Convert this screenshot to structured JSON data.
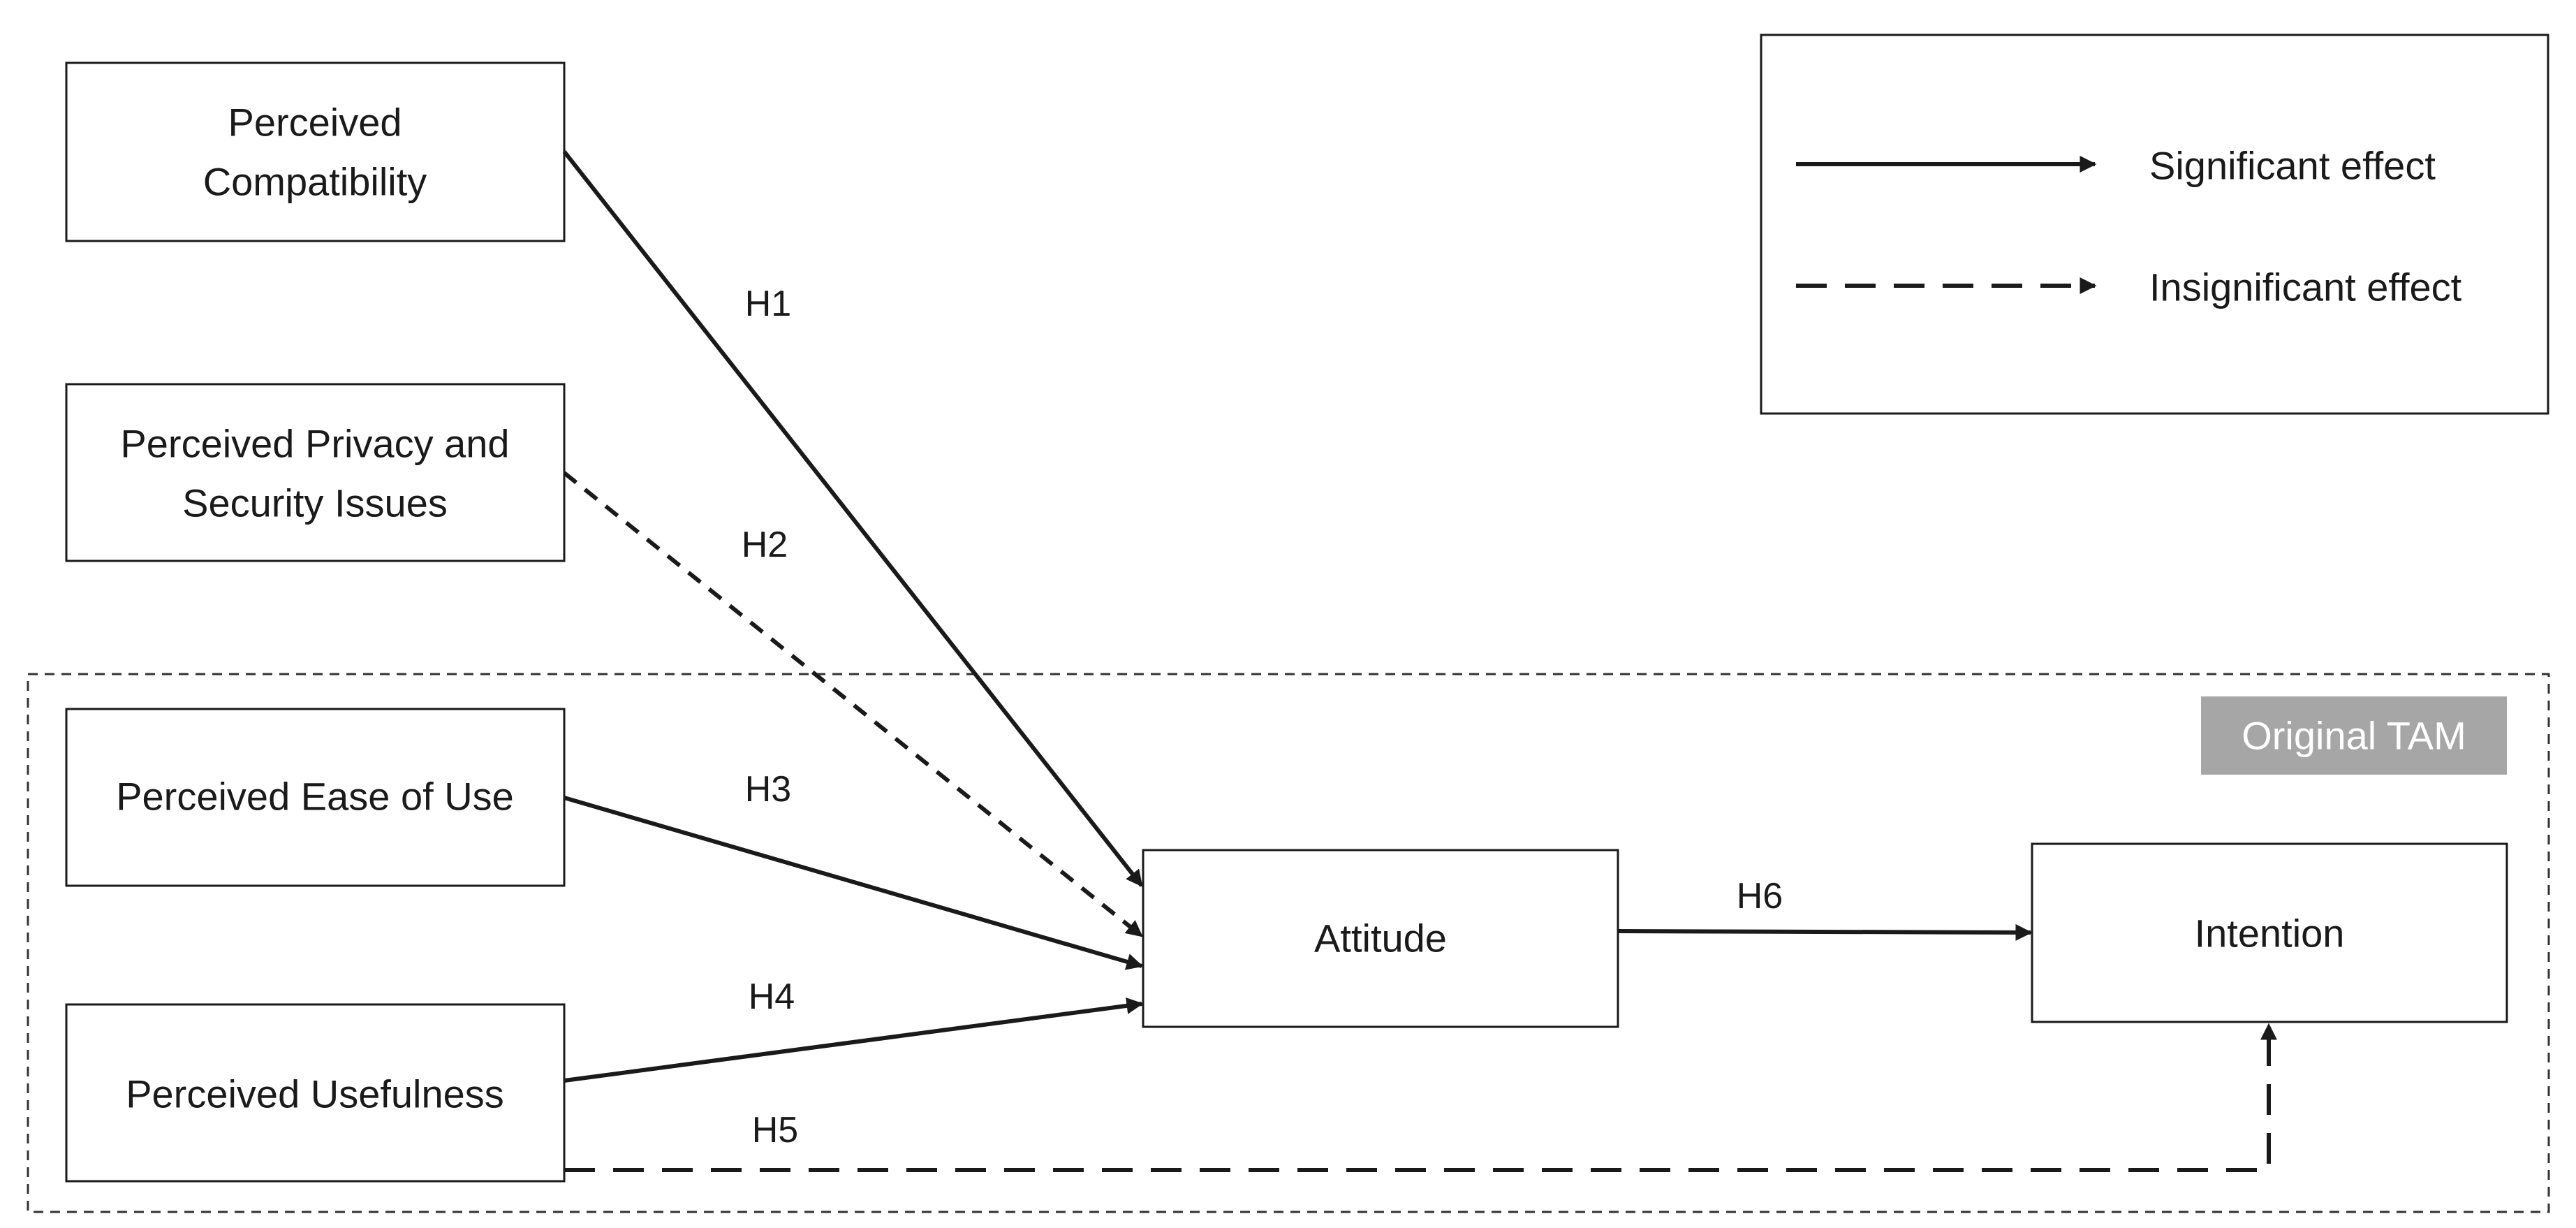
{
  "boxes": {
    "compatibility": [
      "Perceived",
      "Compatibility"
    ],
    "privacy": [
      "Perceived Privacy and",
      "Security Issues"
    ],
    "ease_of_use": [
      "Perceived Ease of Use"
    ],
    "usefulness": [
      "Perceived Usefulness"
    ],
    "attitude": [
      "Attitude"
    ],
    "intention": [
      "Intention"
    ]
  },
  "hypotheses": {
    "h1": "H1",
    "h2": "H2",
    "h3": "H3",
    "h4": "H4",
    "h5": "H5",
    "h6": "H6"
  },
  "legend": {
    "significant": "Significant effect",
    "insignificant": "Insignificant effect"
  },
  "tam_label": "Original TAM",
  "colors": {
    "line": "#1a1a1a",
    "tag_bg": "#a6a6a6",
    "tag_text": "#ffffff"
  }
}
